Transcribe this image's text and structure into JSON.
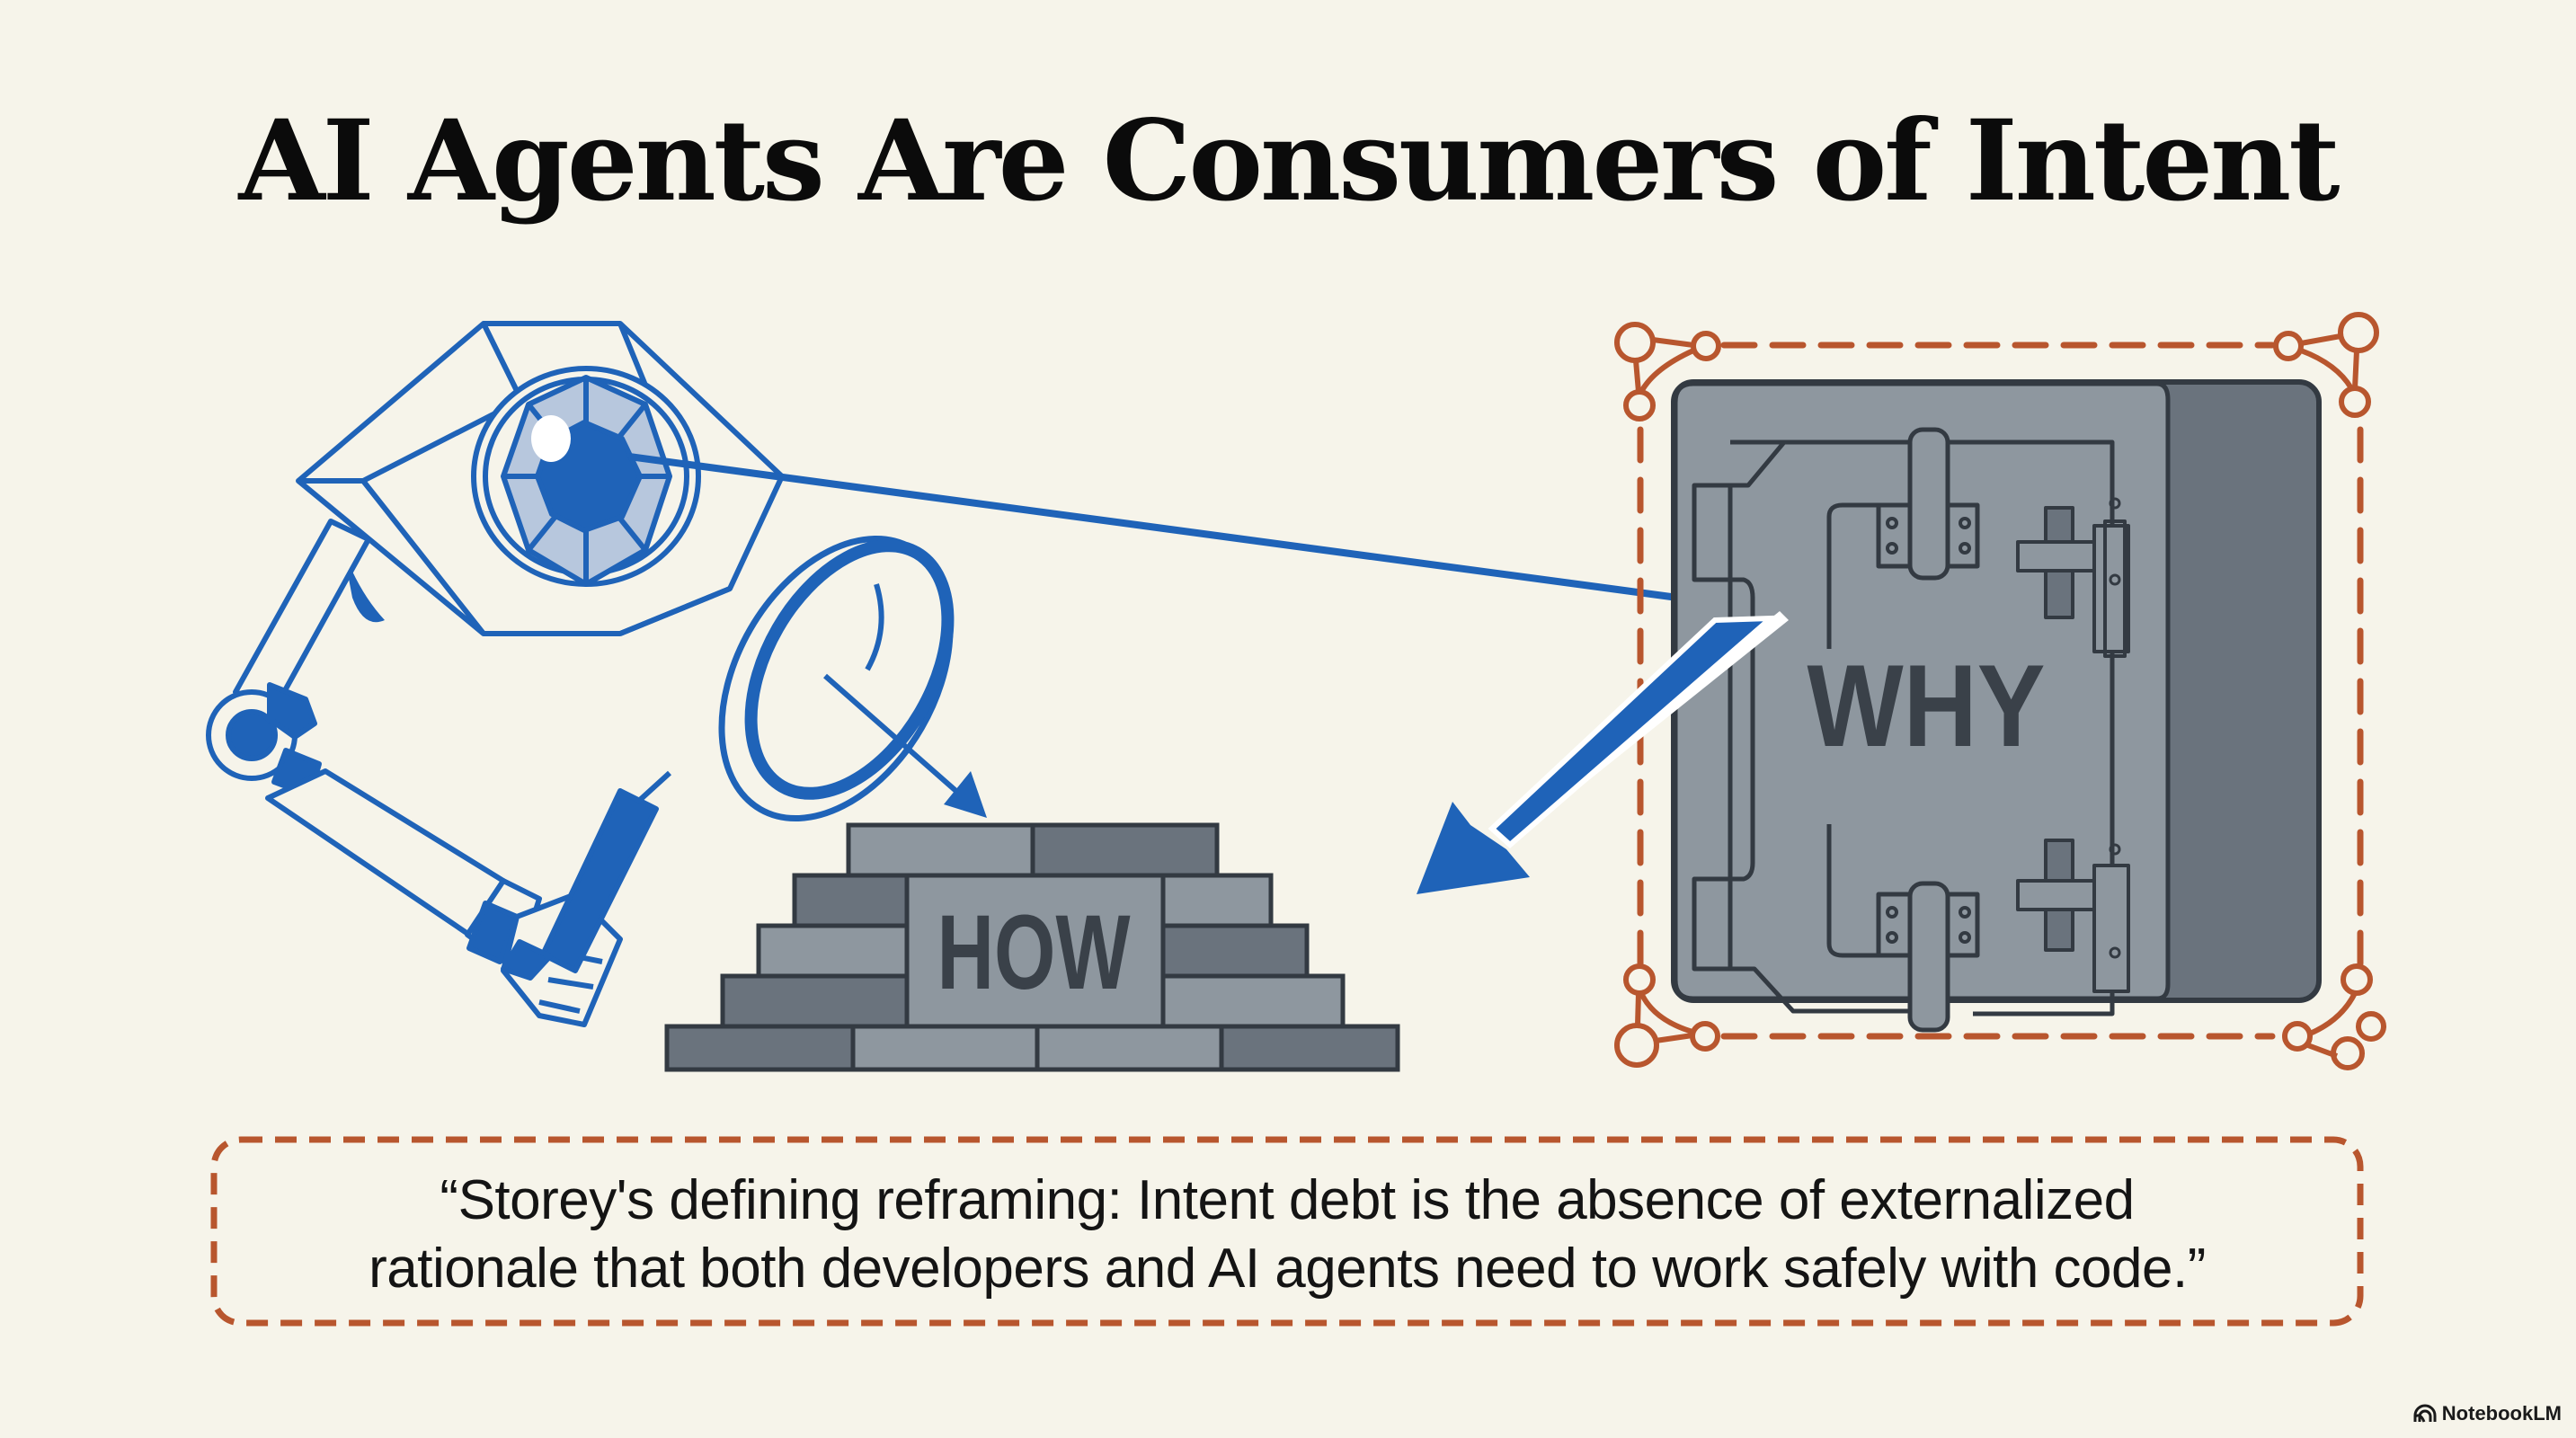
{
  "title": "AI Agents Are Consumers of Intent",
  "illustration": {
    "agent": {
      "description": "robot eye with arm holding magnifying glass",
      "icons": [
        "robot-eye-icon",
        "robot-arm-icon",
        "magnifying-glass-icon"
      ]
    },
    "how_block": {
      "label": "HOW",
      "icon": "brick-wall-icon"
    },
    "why_vault": {
      "label": "WHY",
      "icon": "vault-door-icon",
      "frame": "dashed-selection-frame-with-node-corners"
    },
    "arrows": [
      {
        "from": "eye",
        "to": "why_vault",
        "style": "thin line"
      },
      {
        "from": "why_vault",
        "to": "how_block",
        "style": "bold arrow"
      },
      {
        "from": "magnifying_glass",
        "to": "how_block",
        "style": "thin arrow"
      }
    ]
  },
  "quote": {
    "line1": "“Storey's defining reframing: Intent debt is the absence of externalized",
    "line2": "rationale that both developers and AI agents need to work safely with code.”"
  },
  "brand": {
    "label": "NotebookLM",
    "icon": "notebooklm-logo-icon"
  },
  "colors": {
    "background": "#F6F4EA",
    "title": "#0B0B0B",
    "blue": "#1F63B8",
    "light_blue": "#B7C7DD",
    "orange_dashed": "#B8562E",
    "gray_dark": "#6A737D",
    "gray_light": "#8E979F",
    "outline": "#333A42"
  }
}
